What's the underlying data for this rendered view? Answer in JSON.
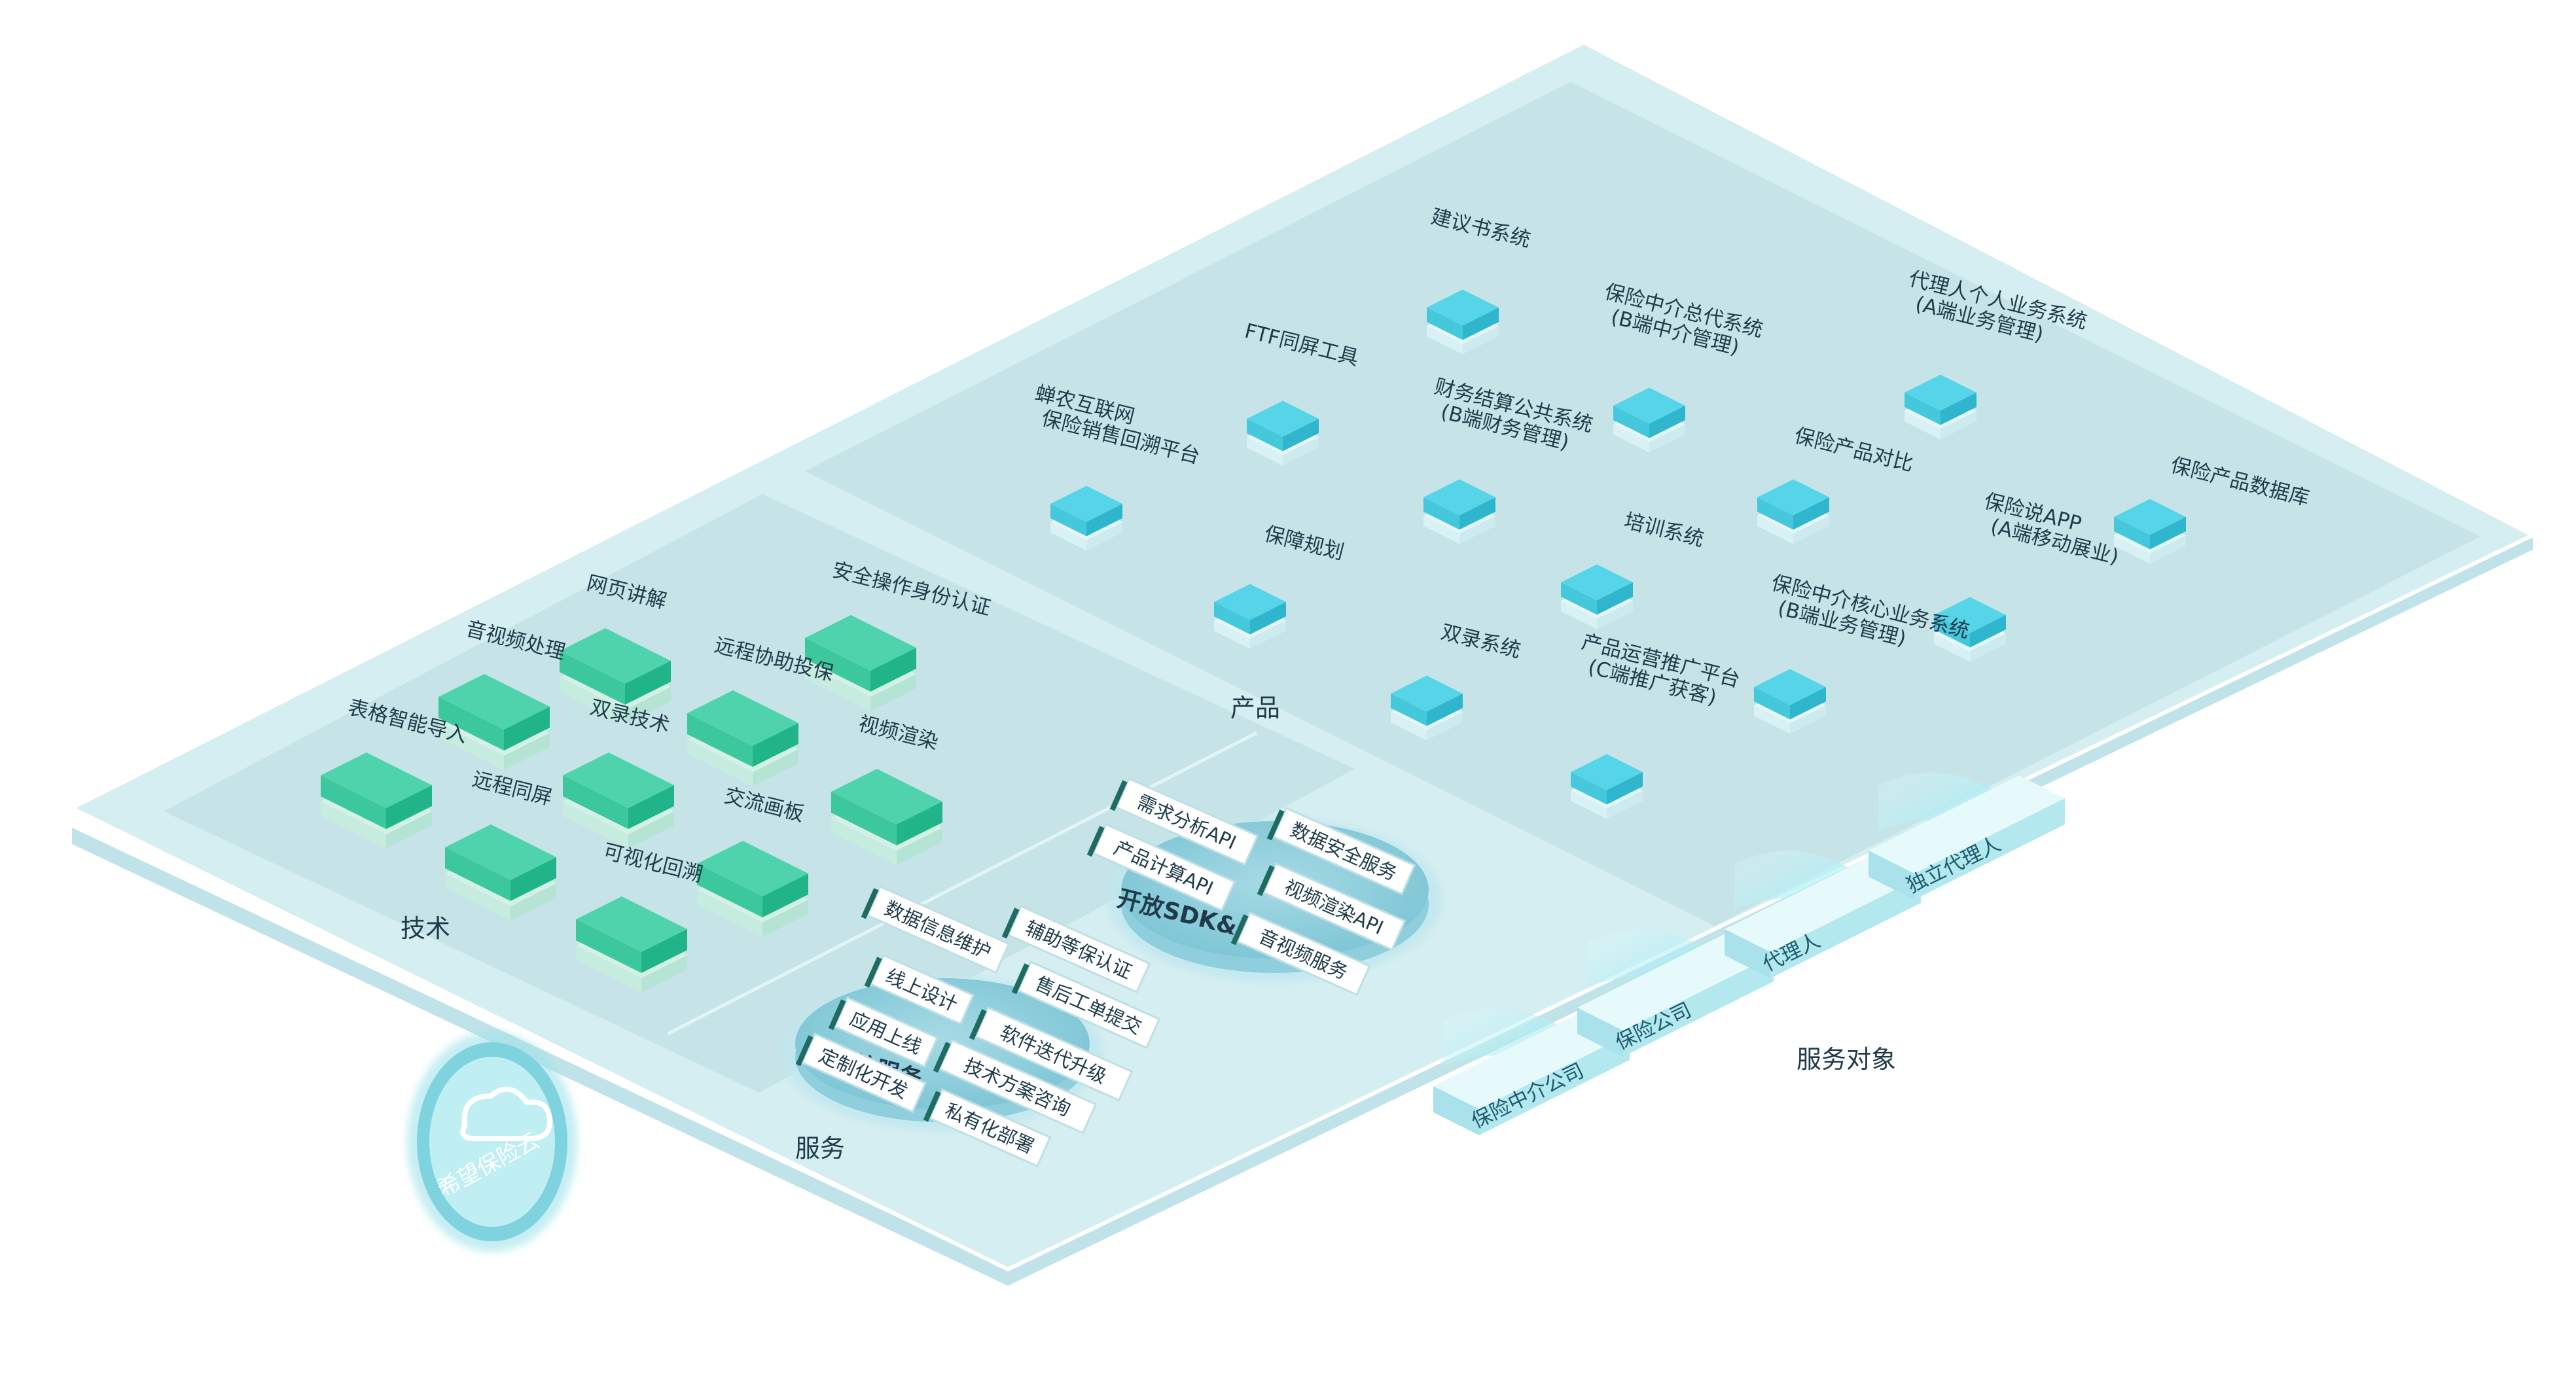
{
  "cloud_badge": {
    "label": "希望保险云",
    "icon": "cloud-icon"
  },
  "colors": {
    "platform_top": "#d5eef1",
    "platform_side": "#bfe3e8",
    "zone_fill": "#c6e4e7",
    "cyan_top": "#56d5e8",
    "cyan_side": "#2fb6cc",
    "green_top": "#4ed3ad",
    "green_side": "#22b489",
    "text": "#1f3b4a"
  },
  "sections": {
    "tech": "技术",
    "service": "服务",
    "product": "产品",
    "audience": "服务对象"
  },
  "products": [
    {
      "lines": [
        "建议书系统"
      ]
    },
    {
      "lines": [
        "FTF同屏工具"
      ]
    },
    {
      "lines": [
        "保险中介总代系统",
        "(B端中介管理)"
      ]
    },
    {
      "lines": [
        "代理人个人业务系统",
        "(A端业务管理)"
      ]
    },
    {
      "lines": [
        "蝉农互联网",
        "保险销售回溯平台"
      ]
    },
    {
      "lines": [
        "财务结算公共系统",
        "(B端财务管理)"
      ]
    },
    {
      "lines": [
        "保险产品对比"
      ]
    },
    {
      "lines": [
        "保险产品数据库"
      ]
    },
    {
      "lines": [
        "保障规划"
      ]
    },
    {
      "lines": [
        "培训系统"
      ]
    },
    {
      "lines": [
        "保险说APP",
        "(A端移动展业)"
      ]
    },
    {
      "lines": [
        "双录系统"
      ]
    },
    {
      "lines": [
        "保险中介核心业务系统",
        "(B端业务管理)"
      ]
    },
    {
      "lines": [
        "产品运营推广平台",
        "(C端推广获客)"
      ]
    }
  ],
  "tech_items": [
    "网页讲解",
    "安全操作身份认证",
    "音视频处理",
    "远程协助投保",
    "表格智能导入",
    "双录技术",
    "视频渲染",
    "远程同屏",
    "交流画板",
    "可视化回溯"
  ],
  "traditional_service": {
    "title": "传统服务",
    "items": [
      "数据信息维护",
      "辅助等保认证",
      "线上设计",
      "售后工单提交",
      "应用上线",
      "软件迭代升级",
      "定制化开发",
      "技术方案咨询",
      "私有化部署"
    ]
  },
  "open_api": {
    "title": "开放SDK&API",
    "items": [
      "需求分析API",
      "数据安全服务",
      "产品计算API",
      "视频渲染API",
      "音视频服务"
    ]
  },
  "audience": [
    "保险中介公司",
    "保险公司",
    "代理人",
    "独立代理人"
  ]
}
